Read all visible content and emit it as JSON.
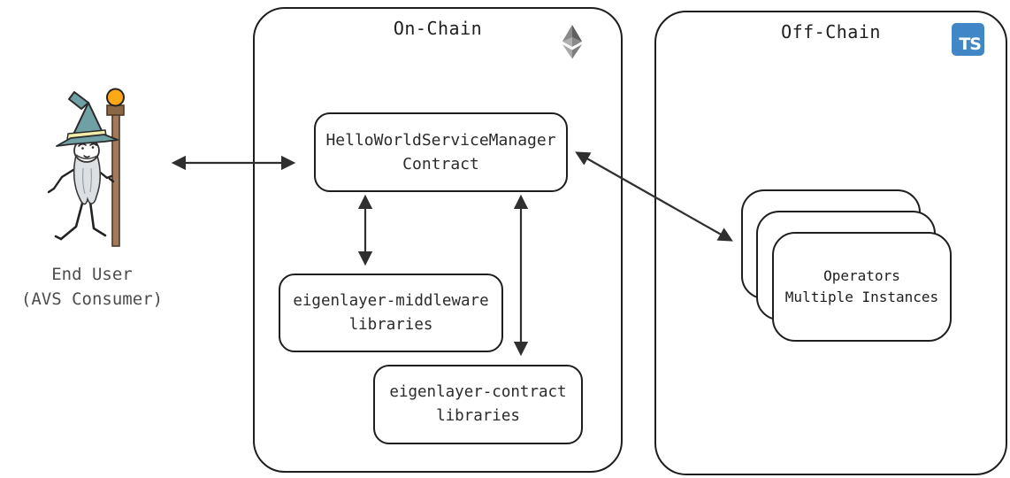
{
  "end_user": {
    "line1": "End User",
    "line2": "(AVS Consumer)"
  },
  "on_chain": {
    "title": "On-Chain",
    "icon": "ethereum-icon",
    "service_manager": {
      "line1": "HelloWorldServiceManager",
      "line2": "Contract"
    },
    "middleware": {
      "line1": "eigenlayer-middleware",
      "line2": "libraries"
    },
    "contracts": {
      "line1": "eigenlayer-contract",
      "line2": "libraries"
    }
  },
  "off_chain": {
    "title": "Off-Chain",
    "icon": "typescript-icon",
    "ts_badge": "TS",
    "operators": {
      "line1": "Operators",
      "line2": "Multiple Instances"
    }
  },
  "colors": {
    "stroke": "#1e1e1e",
    "arrow": "#2f2f2f",
    "typescript_blue": "#4187c7",
    "wizard_hat_teal": "#6fa0a4",
    "wizard_hat_band": "#f2eda9",
    "staff_brown": "#a6795b",
    "staff_block_brown": "#8b6844",
    "orb_orange": "#ffa714",
    "beard_gray": "#dce0e3",
    "eth_gray_dark": "#5f5f5f",
    "eth_gray_light": "#9a9a9a"
  }
}
